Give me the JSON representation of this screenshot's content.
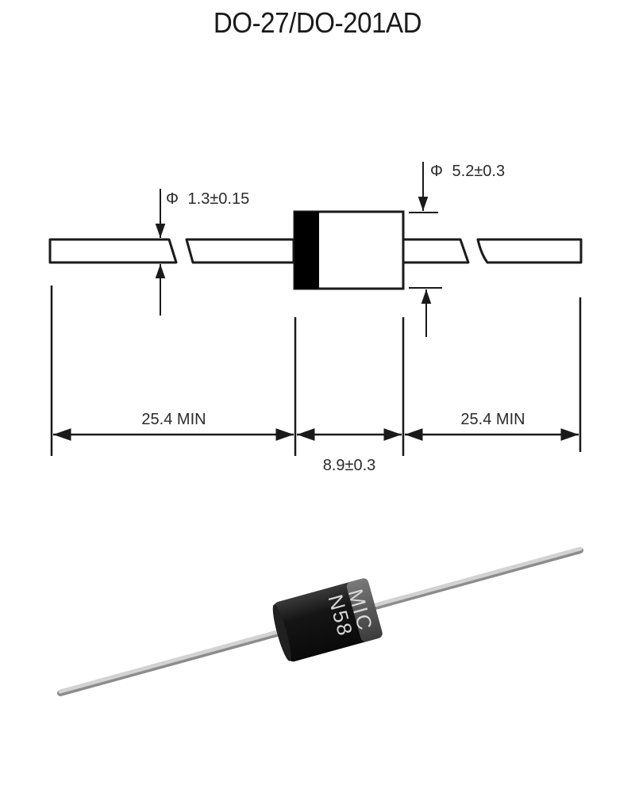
{
  "title": "DO-27/DO-201AD",
  "dimensions": {
    "lead_diameter": {
      "symbol": "Φ",
      "value": "1.3±0.15"
    },
    "body_diameter": {
      "symbol": "Φ",
      "value": "5.2±0.3"
    },
    "lead_length_left": "25.4 MIN",
    "body_length": "8.9±0.3",
    "lead_length_right": "25.4 MIN"
  },
  "photo": {
    "marking_line1": "N58",
    "marking_line2": "MIC",
    "colors": {
      "body": "#141414",
      "band": "#5a5a5a",
      "lead": "#c8c8c8",
      "marking": "#d8d8d8"
    }
  },
  "colors": {
    "line": "#1a1a1a",
    "text": "#2b2b2b",
    "background": "#ffffff"
  }
}
